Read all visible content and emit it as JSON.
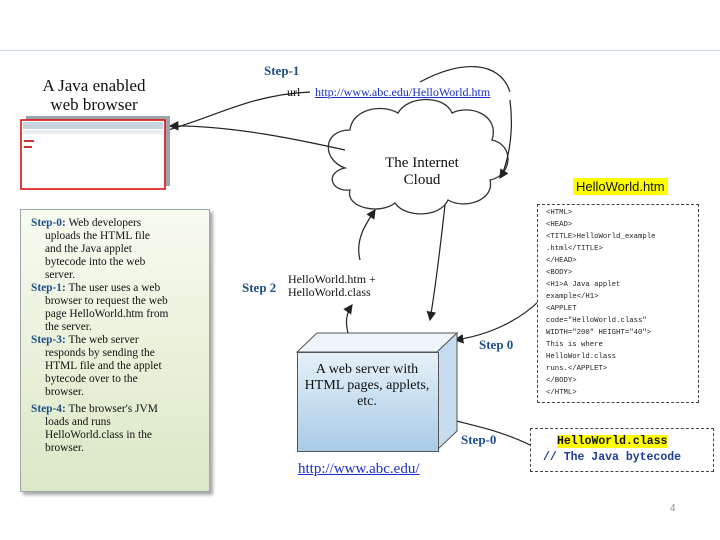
{
  "browser": {
    "title": "A Java enabled web browser"
  },
  "top_steps": {
    "step1": "Step-1",
    "step2": "Step 2",
    "step0": "Step 0",
    "step0b": "Step-0"
  },
  "url_bar": {
    "label": "url",
    "link": "http://www.abc.edu/HelloWorld.htm"
  },
  "cloud": {
    "label": "The Internet Cloud"
  },
  "hello_file": {
    "title": "HelloWorld.htm",
    "code": [
      "<HTML>",
      "<HEAD>",
      "<TITLE>HelloWorld_example",
      ".html</TITLE>",
      "</HEAD>",
      "<BODY>",
      "<H1>A Java applet",
      "example</H1>",
      "<APPLET",
      "code=\"HelloWorld.class\"",
      "WIDTH=\"200\" HEIGHT=\"40\">",
      "This is where",
      "HelloWorld.class",
      "runs.</APPLET>",
      "</BODY>",
      "</HTML>"
    ]
  },
  "step2_files": {
    "line1": "HelloWorld.htm +",
    "line2": "HelloWorld.class"
  },
  "server": {
    "label": "A web server with HTML pages, applets, etc.",
    "url": "http://www.abc.edu/"
  },
  "class_file": {
    "name": "HelloWorld.class",
    "comment": "// The Java bytecode"
  },
  "steps_list": [
    {
      "lines": [
        "Step-0: Web developers",
        "uploads the HTML file",
        "and the Java applet",
        "bytecode into the web",
        "server."
      ]
    },
    {
      "lines": [
        "Step-1: The user uses a web",
        "browser to request the web",
        "page HelloWorld.htm from",
        "the server."
      ]
    },
    {
      "lines": [
        "Step-3: The web server",
        "responds by sending the",
        "HTML file and the applet",
        "bytecode over to the",
        "browser."
      ]
    },
    {
      "lines": [
        "Step-4: The browser's JVM",
        "loads and runs",
        "HelloWorld.class in the",
        "browser."
      ]
    }
  ],
  "page_number": "4"
}
